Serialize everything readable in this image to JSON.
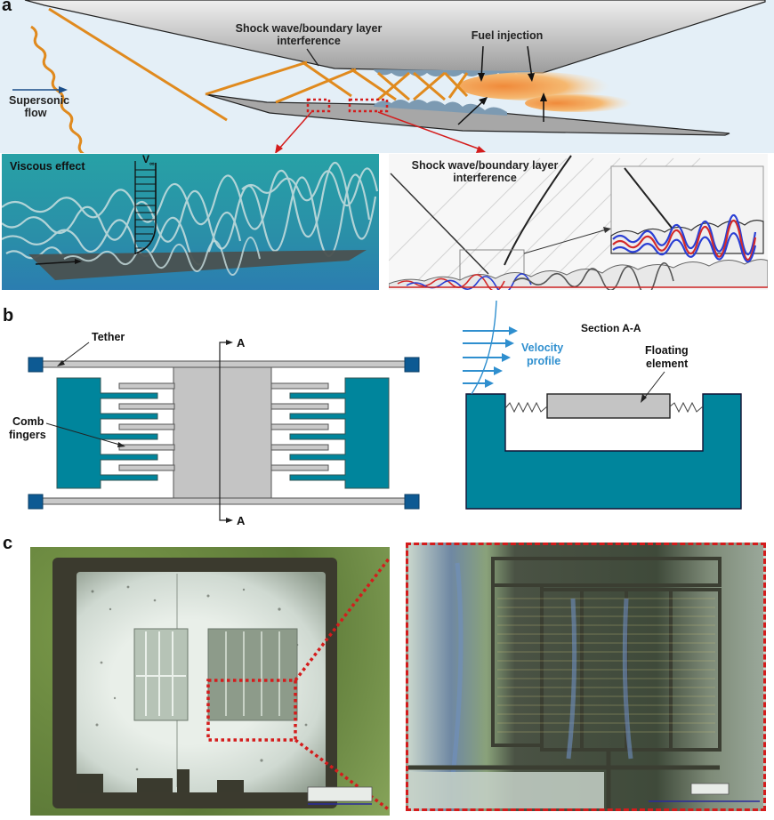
{
  "panels": {
    "a": {
      "letter": "a",
      "supersonic_label_1": "Supersonic",
      "supersonic_label_2": "flow",
      "shock_label_1": "Shock wave/boundary layer",
      "shock_label_2": "interference",
      "fuel_label": "Fuel injection",
      "viscous_label": "Viscous effect",
      "v_inf_label": "V",
      "v_inf_sub": "∞",
      "sw_label_1": "Shock wave/boundary layer",
      "sw_label_2": "interference"
    },
    "b": {
      "letter": "b",
      "tether_label": "Tether",
      "comb_label_1": "Comb",
      "comb_label_2": "fingers",
      "section_marker": "A",
      "section_title": "Section A-A",
      "velocity_label_1": "Velocity",
      "velocity_label_2": "profile",
      "floating_label_1": "Floating",
      "floating_label_2": "element"
    },
    "c": {
      "letter": "c"
    }
  },
  "colors": {
    "teal": "#00859c",
    "anchor_blue": "#0d5a93",
    "shock_orange": "#e08a1e",
    "zoom_red": "#d41c1c",
    "velocity_blue": "#2f8fcf",
    "sky": "#e4eff7"
  }
}
